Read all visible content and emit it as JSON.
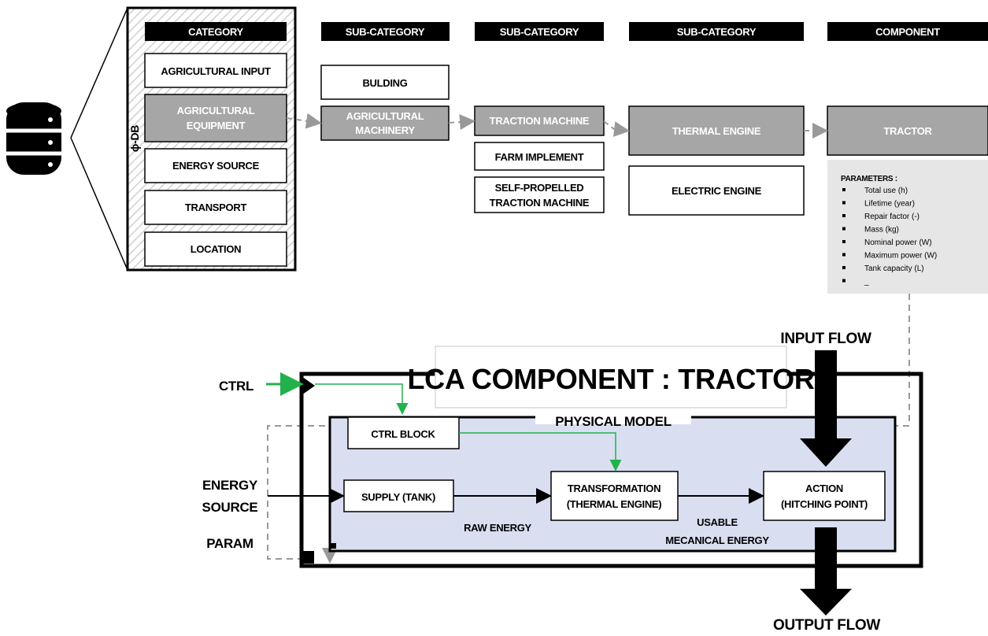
{
  "hierarchy": {
    "db_label": "ϕ-DB",
    "headers": [
      "CATEGORY",
      "SUB-CATEGORY",
      "SUB-CATEGORY",
      "SUB-CATEGORY",
      "COMPONENT"
    ],
    "categories": [
      "AGRICULTURAL INPUT",
      "AGRICULTURAL",
      "EQUIPMENT",
      "ENERGY SOURCE",
      "TRANSPORT",
      "LOCATION"
    ],
    "sub1": [
      "BULDING",
      "AGRICULTURAL",
      "MACHINERY"
    ],
    "sub2": [
      "TRACTION MACHINE",
      "FARM IMPLEMENT",
      "SELF-PROPELLED",
      "TRACTION MACHINE"
    ],
    "sub3": [
      "THERMAL ENGINE",
      "ELECTRIC ENGINE"
    ],
    "component": "TRACTOR",
    "parameters_title": "PARAMETERS :",
    "parameters": [
      "Total use (h)",
      "Lifetime (year)",
      "Repair factor (-)",
      "Mass (kg)",
      "Nominal power (W)",
      "Maximum power (W)",
      "Tank capacity (L)",
      "_"
    ]
  },
  "lca": {
    "title": "LCA COMPONENT : TRACTOR",
    "physical_model": "PHYSICAL MODEL",
    "input_flow": "INPUT FLOW",
    "output_flow": "OUTPUT FLOW",
    "ctrl": "CTRL",
    "energy_source": [
      "ENERGY",
      "SOURCE"
    ],
    "param": "PARAM",
    "ctrl_block": "CTRL BLOCK",
    "supply": "SUPPLY (TANK)",
    "transformation": [
      "TRANSFORMATION",
      "(THERMAL ENGINE)"
    ],
    "action": [
      "ACTION",
      "(HITCHING POINT)"
    ],
    "raw_energy": "RAW ENERGY",
    "usable_energy": [
      "USABLE",
      "MECANICAL ENERGY"
    ]
  },
  "colors": {
    "highlight_box": "#a6a6a6",
    "header_bg": "#000000",
    "physical_model_fill": "#d9dff0",
    "ctrl_arrow": "#22b14c",
    "dashed": "#999999",
    "param_panel": "#e6e6e6"
  }
}
